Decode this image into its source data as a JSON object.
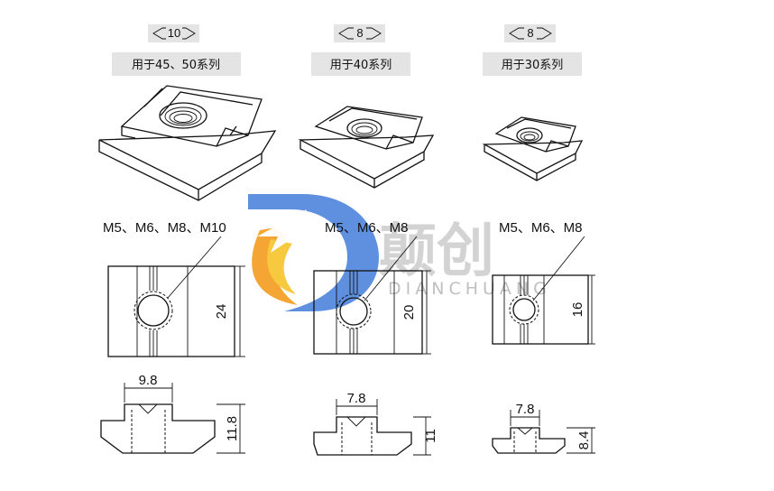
{
  "columns": [
    {
      "slot_width": "10",
      "series_label": "用于45、50系列",
      "thread_sizes": "M5、M6、M8、M10",
      "front_height": "24",
      "profile_width": "9.8",
      "profile_height": "11.8"
    },
    {
      "slot_width": "8",
      "series_label": "用于40系列",
      "thread_sizes": "M5、M6、M8",
      "front_height": "20",
      "profile_width": "7.8",
      "profile_height": "11"
    },
    {
      "slot_width": "8",
      "series_label": "用于30系列",
      "thread_sizes": "M5、M6、M8",
      "front_height": "16",
      "profile_width": "7.8",
      "profile_height": "8.4"
    }
  ],
  "watermark": {
    "chinese": "颠创",
    "english": "DIANCHUANG",
    "colors": {
      "orange": "#f39c1f",
      "yellow": "#f6c42a",
      "blue": "#2f6fd6"
    }
  }
}
